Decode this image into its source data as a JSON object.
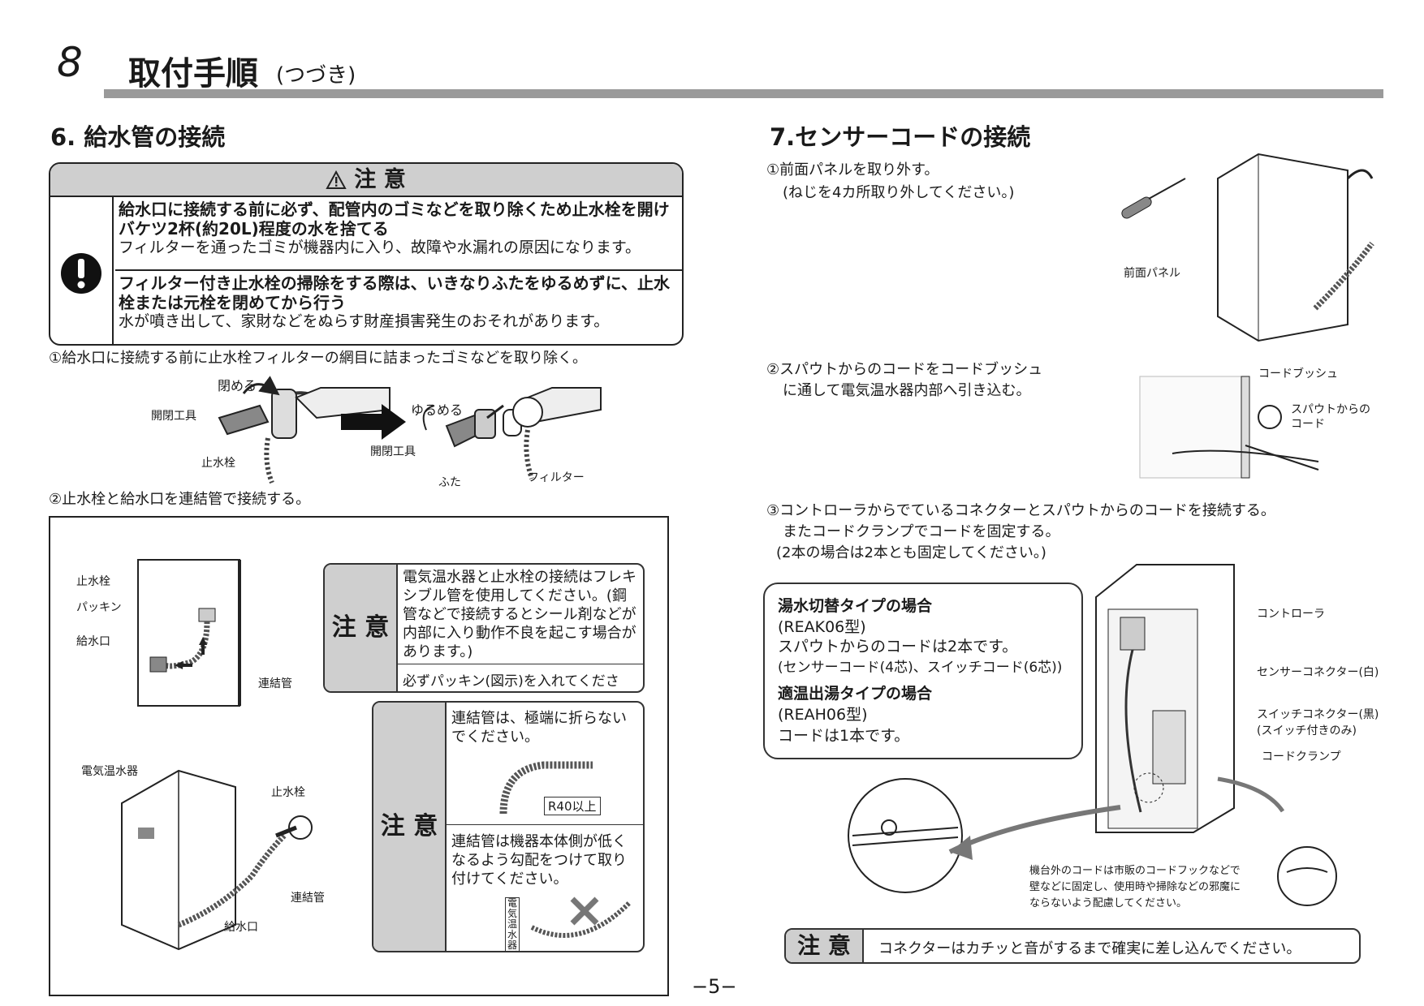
{
  "header": {
    "chapter_number": "8",
    "chapter_title": "取付手順",
    "chapter_subtitle": "(つづき)"
  },
  "section6": {
    "title": "6. 給水管の接続",
    "caution_box": {
      "heading": "注 意",
      "item1_bold": "給水口に接続する前に必ず、配管内のゴミなどを取り除くため止水栓を開けバケツ2杯(約20L)程度の水を捨てる",
      "item1_note": "フィルターを通ったゴミが機器内に入り、故障や水漏れの原因になります。",
      "item2_bold": "フィルター付き止水栓の掃除をする際は、いきなりふたをゆるめずに、止水栓または元栓を閉めてから行う",
      "item2_note": "水が噴き出して、家財などをぬらす財産損害発生のおそれがあります。"
    },
    "step1": "①給水口に接続する前に止水栓フィルターの網目に詰まったゴミなどを取り除く。",
    "fig1_labels": {
      "close": "閉める",
      "tool_a": "開閉工具",
      "valve": "止水栓",
      "loosen": "ゆるめる",
      "tool_b": "開閉工具",
      "lid": "ふた",
      "filter": "フィルター"
    },
    "step2": "②止水栓と給水口を連結管で接続する。",
    "fig2_labels": {
      "valve_a": "止水栓",
      "packing": "パッキン",
      "inlet_a": "給水口",
      "pipe_a": "連結管",
      "heater": "電気温水器",
      "valve_b": "止水栓",
      "pipe_b": "連結管",
      "inlet_b": "給水口"
    },
    "caution1": {
      "tag": "注 意",
      "text": "電気温水器と止水栓の接続はフレキシブル管を使用してください。(鋼管などで接続するとシール剤などが内部に入り動作不良を起こす場合があります。)",
      "sub": "必ずパッキン(図示)を入れてください。"
    },
    "caution2": {
      "tag": "注 意",
      "text1": "連結管は、極端に折らないでください。",
      "r_label": "R40以上",
      "text2": "連結管は機器本体側が低くなるよう勾配をつけて取り付けてください。",
      "side_label": "電気温水器側"
    }
  },
  "section7": {
    "title": "7.センサーコードの接続",
    "step1": "①前面パネルを取り外す。",
    "step1_sub": "(ねじを4カ所取り外してください。)",
    "fig1_label": "前面パネル",
    "step2_line1": "②スパウトからのコードをコードブッシュ",
    "step2_line2": "に通して電気温水器内部へ引き込む。",
    "fig2_labels": {
      "bush": "コードブッシュ",
      "spout_code_1": "スパウトからの",
      "spout_code_2": "コード"
    },
    "step3_line1": "③コントローラからでているコネクターとスパウトからのコードを接続する。",
    "step3_line2": "またコードクランプでコードを固定する。",
    "step3_line3": "(2本の場合は2本とも固定してください。)",
    "info": {
      "type1_title": "湯水切替タイプの場合",
      "type1_model": "(REAK06型)",
      "type1_desc": "スパウトからのコードは2本です。",
      "type1_detail": "(センサーコード(4芯)、スイッチコード(6芯))",
      "type2_title": "適温出湯タイプの場合",
      "type2_model": "(REAH06型)",
      "type2_desc": "コードは1本です。"
    },
    "fig3_labels": {
      "controller": "コントローラ",
      "sensor_conn": "センサーコネクター(白)",
      "switch_conn": "スイッチコネクター(黒)",
      "switch_note": "(スイッチ付きのみ)",
      "clamp": "コードクランプ"
    },
    "note_lines": [
      "機台外のコードは市販のコードフックなどで",
      "壁などに固定し、使用時や掃除などの邪魔に",
      "ならないよう配慮してください。"
    ],
    "caution": {
      "tag": "注 意",
      "text": "コネクターはカチッと音がするまで確実に差し込んでください。"
    }
  },
  "footer": {
    "page": "−5−"
  }
}
